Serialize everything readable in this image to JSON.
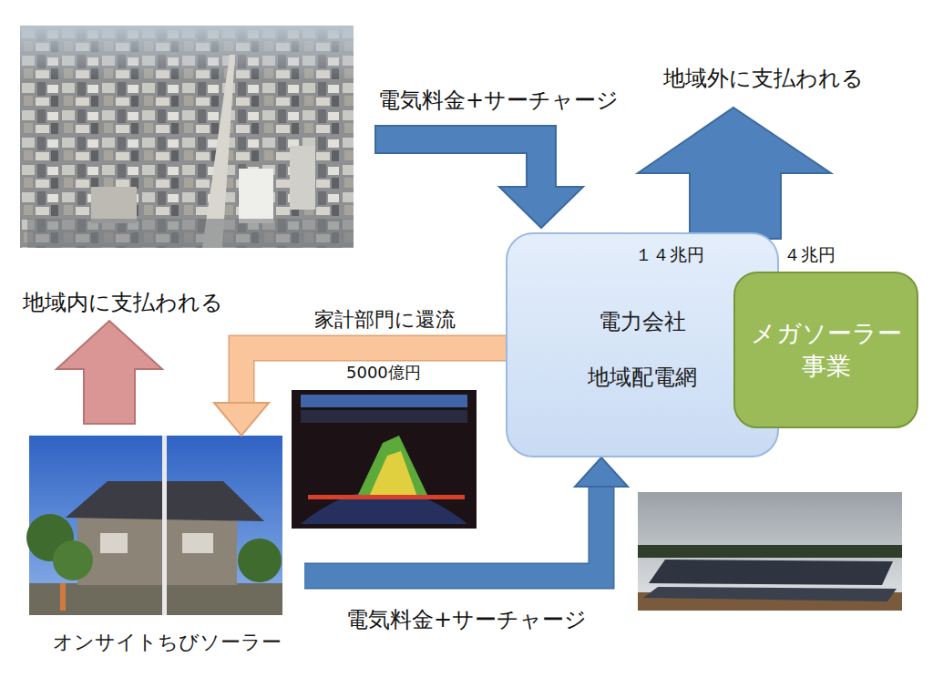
{
  "diagram": {
    "nodes": [
      {
        "text": [
          "電力会社",
          "地域配電網"
        ]
      },
      {
        "text": [
          "メガソーラー 事業"
        ]
      },
      {
        "text": [
          "オンサイトちびソーラー"
        ]
      }
    ],
    "edges": [
      {
        "from": 2,
        "to": 0,
        "arrow": "to",
        "label": "電気料金+サーチャージ"
      },
      {
        "from": 0,
        "to": 2,
        "arrow": "to",
        "label": "家計部門に還流"
      }
    ],
    "labels": [
      "電気料金+サーチャージ",
      "地域外に支払われる",
      "１４兆円",
      "４兆円",
      "地域内に支払われる",
      "5000億円"
    ]
  }
}
